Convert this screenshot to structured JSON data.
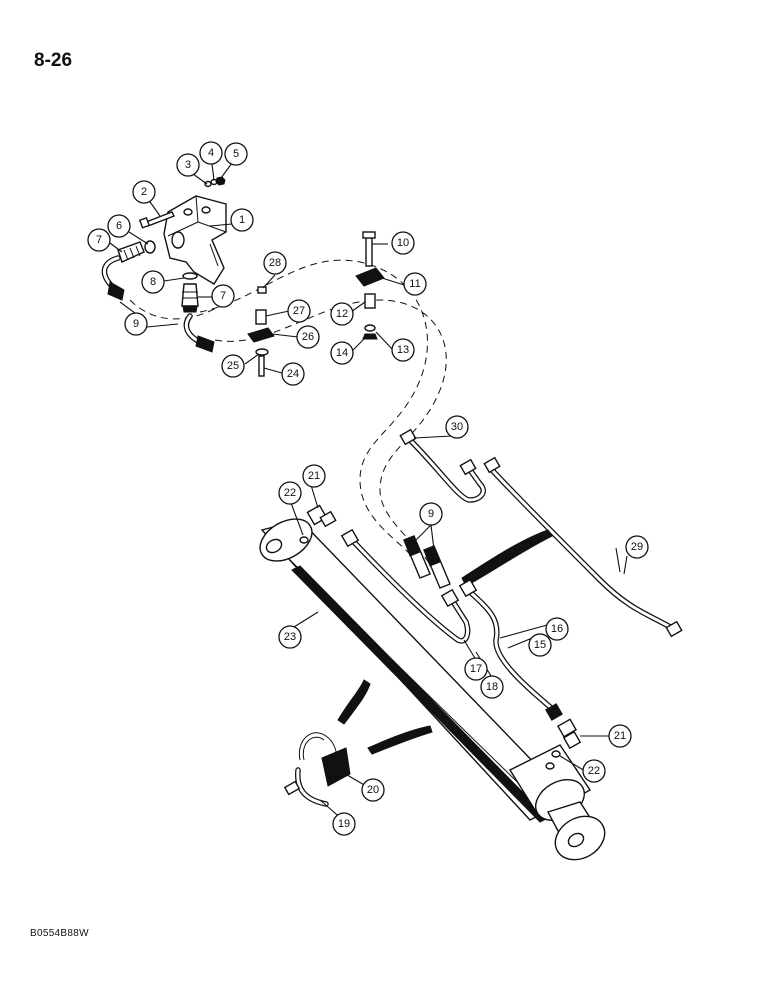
{
  "page_number": "8-26",
  "figure_code": "B0554B88W",
  "callouts": {
    "c1": "1",
    "c2": "2",
    "c3": "3",
    "c4": "4",
    "c5": "5",
    "c6": "6",
    "c7a": "7",
    "c7b": "7",
    "c8": "8",
    "c9a": "9",
    "c9b": "9",
    "c10": "10",
    "c11": "11",
    "c12": "12",
    "c13": "13",
    "c14": "14",
    "c15": "15",
    "c16": "16",
    "c17": "17",
    "c18": "18",
    "c19": "19",
    "c20": "20",
    "c21a": "21",
    "c21b": "21",
    "c22a": "22",
    "c22b": "22",
    "c23": "23",
    "c24": "24",
    "c25": "25",
    "c26": "26",
    "c27": "27",
    "c28": "28",
    "c29": "29",
    "c30": "30"
  }
}
